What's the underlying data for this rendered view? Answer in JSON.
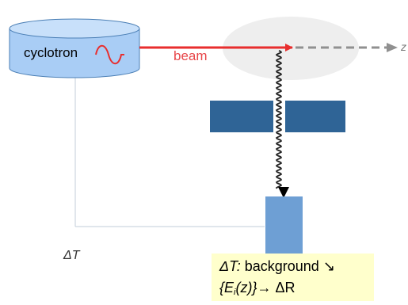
{
  "cyclotron": {
    "label": "cyclotron"
  },
  "beam": {
    "label": "beam"
  },
  "axis": {
    "label": "z"
  },
  "timing": {
    "label": "ΔT"
  },
  "note": {
    "line1_italic": "ΔT:",
    "line1_rest": " background ↘",
    "line2_open": "{E",
    "line2_sub": "i",
    "line2_mid": "(z)}",
    "line2_rest": "→ ΔR"
  },
  "colors": {
    "cyclotron_fill": "#a9cdf5",
    "beam": "#e82e2e",
    "target_halo": "#eeeeee",
    "collimator": "#2f6496",
    "detector": "#6e9fd4",
    "note_background": "#ffffcc"
  }
}
